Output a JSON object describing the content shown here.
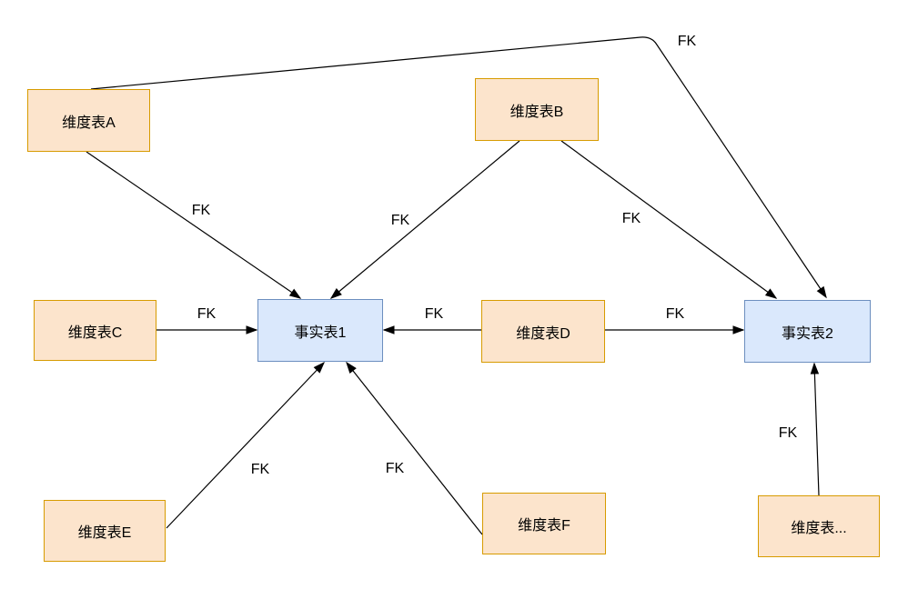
{
  "diagram": {
    "type": "fact-constellation-schema",
    "nodes": {
      "dim_a": {
        "label": "维度表A",
        "kind": "dimension"
      },
      "dim_b": {
        "label": "维度表B",
        "kind": "dimension"
      },
      "dim_c": {
        "label": "维度表C",
        "kind": "dimension"
      },
      "dim_d": {
        "label": "维度表D",
        "kind": "dimension"
      },
      "dim_e": {
        "label": "维度表E",
        "kind": "dimension"
      },
      "dim_f": {
        "label": "维度表F",
        "kind": "dimension"
      },
      "dim_more": {
        "label": "维度表...",
        "kind": "dimension"
      },
      "fact_1": {
        "label": "事实表1",
        "kind": "fact"
      },
      "fact_2": {
        "label": "事实表2",
        "kind": "fact"
      }
    },
    "edges": [
      {
        "from": "维度表A",
        "to": "事实表1",
        "label": "FK"
      },
      {
        "from": "维度表A",
        "to": "事实表2",
        "label": "FK"
      },
      {
        "from": "维度表B",
        "to": "事实表1",
        "label": "FK"
      },
      {
        "from": "维度表B",
        "to": "事实表2",
        "label": "FK"
      },
      {
        "from": "维度表C",
        "to": "事实表1",
        "label": "FK"
      },
      {
        "from": "维度表D",
        "to": "事实表1",
        "label": "FK"
      },
      {
        "from": "维度表D",
        "to": "事实表2",
        "label": "FK"
      },
      {
        "from": "维度表E",
        "to": "事实表1",
        "label": "FK"
      },
      {
        "from": "维度表F",
        "to": "事实表1",
        "label": "FK"
      },
      {
        "from": "维度表...",
        "to": "事实表2",
        "label": "FK"
      }
    ],
    "colors": {
      "dimension_fill": "#fce4cc",
      "dimension_border": "#d79b00",
      "fact_fill": "#dae8fc",
      "fact_border": "#6c8ebf",
      "arrow": "#000000",
      "background": "#ffffff"
    }
  }
}
